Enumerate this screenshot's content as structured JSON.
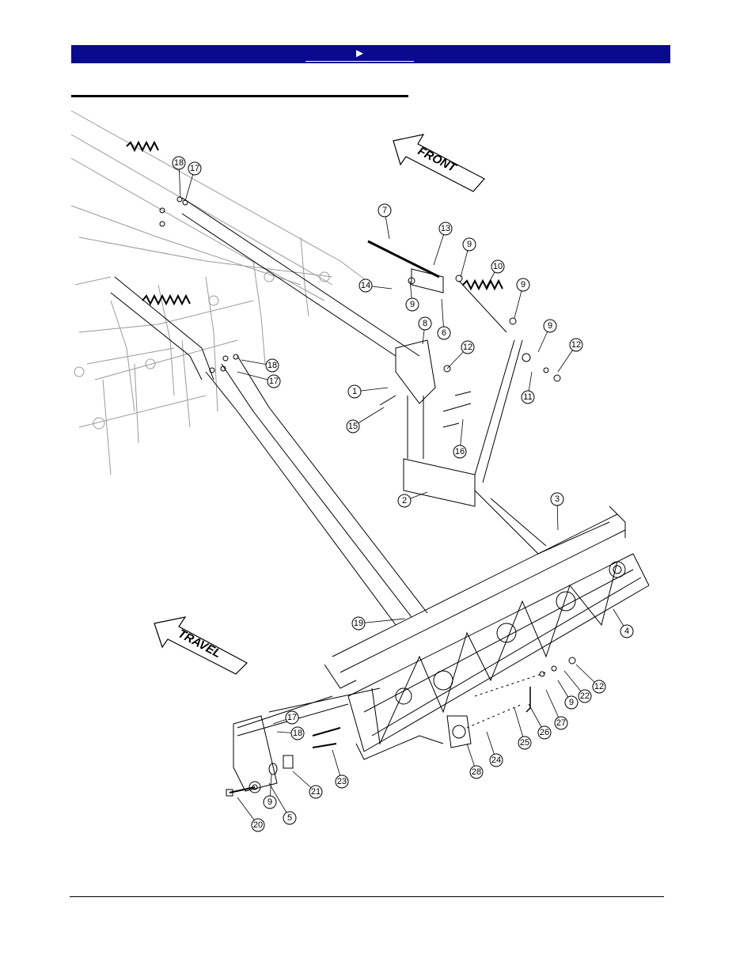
{
  "header": {
    "nav_arrow": "►",
    "colors": {
      "banner": "#0a0a8c",
      "text": "#ffffff"
    }
  },
  "diagram": {
    "direction_labels": {
      "front": "FRONT",
      "travel": "TRAVEL"
    },
    "callouts": [
      "18",
      "17",
      "7",
      "13",
      "9",
      "10",
      "9",
      "14",
      "9",
      "6",
      "8",
      "12",
      "9",
      "12",
      "18",
      "17",
      "1",
      "11",
      "15",
      "16",
      "2",
      "3",
      "19",
      "4",
      "12",
      "22",
      "9",
      "27",
      "26",
      "25",
      "17",
      "18",
      "24",
      "28",
      "21",
      "23",
      "9",
      "5",
      "20"
    ]
  }
}
